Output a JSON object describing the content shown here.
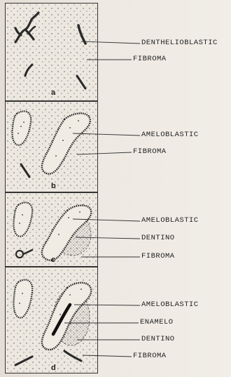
{
  "panels": [
    {
      "letter": "a",
      "labels": [
        "DENTHELIOBLASTIC",
        "FIBROMA"
      ]
    },
    {
      "letter": "b",
      "labels": [
        "AMELOBLASTIC",
        "FIBROMA"
      ]
    },
    {
      "letter": "c",
      "labels": [
        "AMELOBLASTIC",
        "DENTINO",
        "FIBROMA"
      ]
    },
    {
      "letter": "d",
      "labels": [
        "AMELOBLASTIC",
        "ENAMELO",
        "DENTINO",
        "FIBROMA"
      ]
    }
  ]
}
